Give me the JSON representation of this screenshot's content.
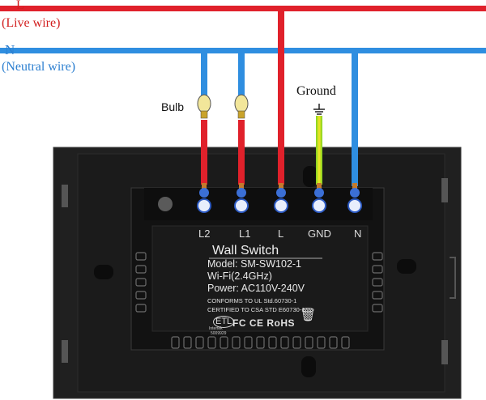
{
  "wires": {
    "live": {
      "letter": "L",
      "caption": "(Live wire)",
      "color": "#e0212b"
    },
    "neutral": {
      "letter": "N",
      "caption": "(Neutral wire)",
      "color": "#2f8ee0"
    },
    "ground": {
      "label": "Ground",
      "colors": [
        "#7ed321",
        "#f5e625"
      ]
    }
  },
  "bulb_label": "Bulb",
  "terminals": [
    "L2",
    "L1",
    "L",
    "GND",
    "N"
  ],
  "switch_label": {
    "title": "Wall Switch",
    "model": "Model: SM-SW102-1",
    "wifi": "Wi-Fi(2.4GHz)",
    "power": "Power: AC110V-240V",
    "ul": "CONFORMS TO UL Std.60730-1",
    "csa": "CERTIFIED TO CSA STD E60730-1",
    "cert_mark": "ETL",
    "cert_sub": "Intertek",
    "cert_num": "5009929",
    "compliance": "FC CE RoHS"
  },
  "icons": [
    "bulb-icon",
    "ground-symbol-icon",
    "terminal-screw-icon",
    "recycle-bin-icon"
  ]
}
